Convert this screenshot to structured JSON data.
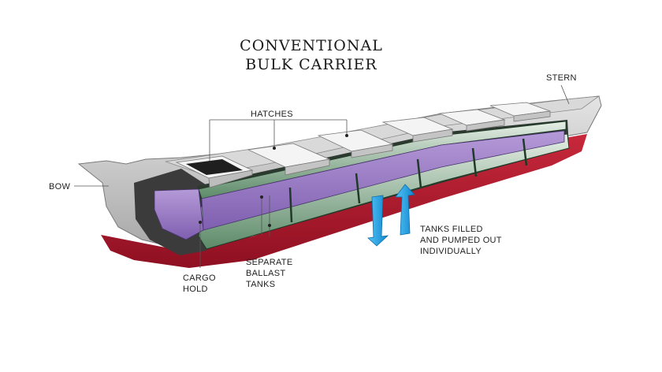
{
  "title": {
    "line1": "CONVENTIONAL",
    "line2": "BULK CARRIER"
  },
  "labels": {
    "stern": "STERN",
    "hatches": "HATCHES",
    "bow": "BOW",
    "tanks_note": [
      "TANKS FILLED",
      "AND PUMPED OUT",
      "INDIVIDUALLY"
    ],
    "separate_ballast": [
      "SEPARATE",
      "BALLAST",
      "TANKS"
    ],
    "cargo_hold": [
      "CARGO",
      "HOLD"
    ]
  },
  "colors": {
    "hull_red": "#b51b2e",
    "deck_grey": "#c9c9c9",
    "hold_purple": "#9a7ec4",
    "ballast_green": "#3e6a4a",
    "arrow_blue": "#1aa0e6",
    "hatch_white": "#f4f4f4"
  },
  "icons": {
    "arrow_down": "down-arrow-icon",
    "arrow_up": "up-arrow-icon"
  }
}
